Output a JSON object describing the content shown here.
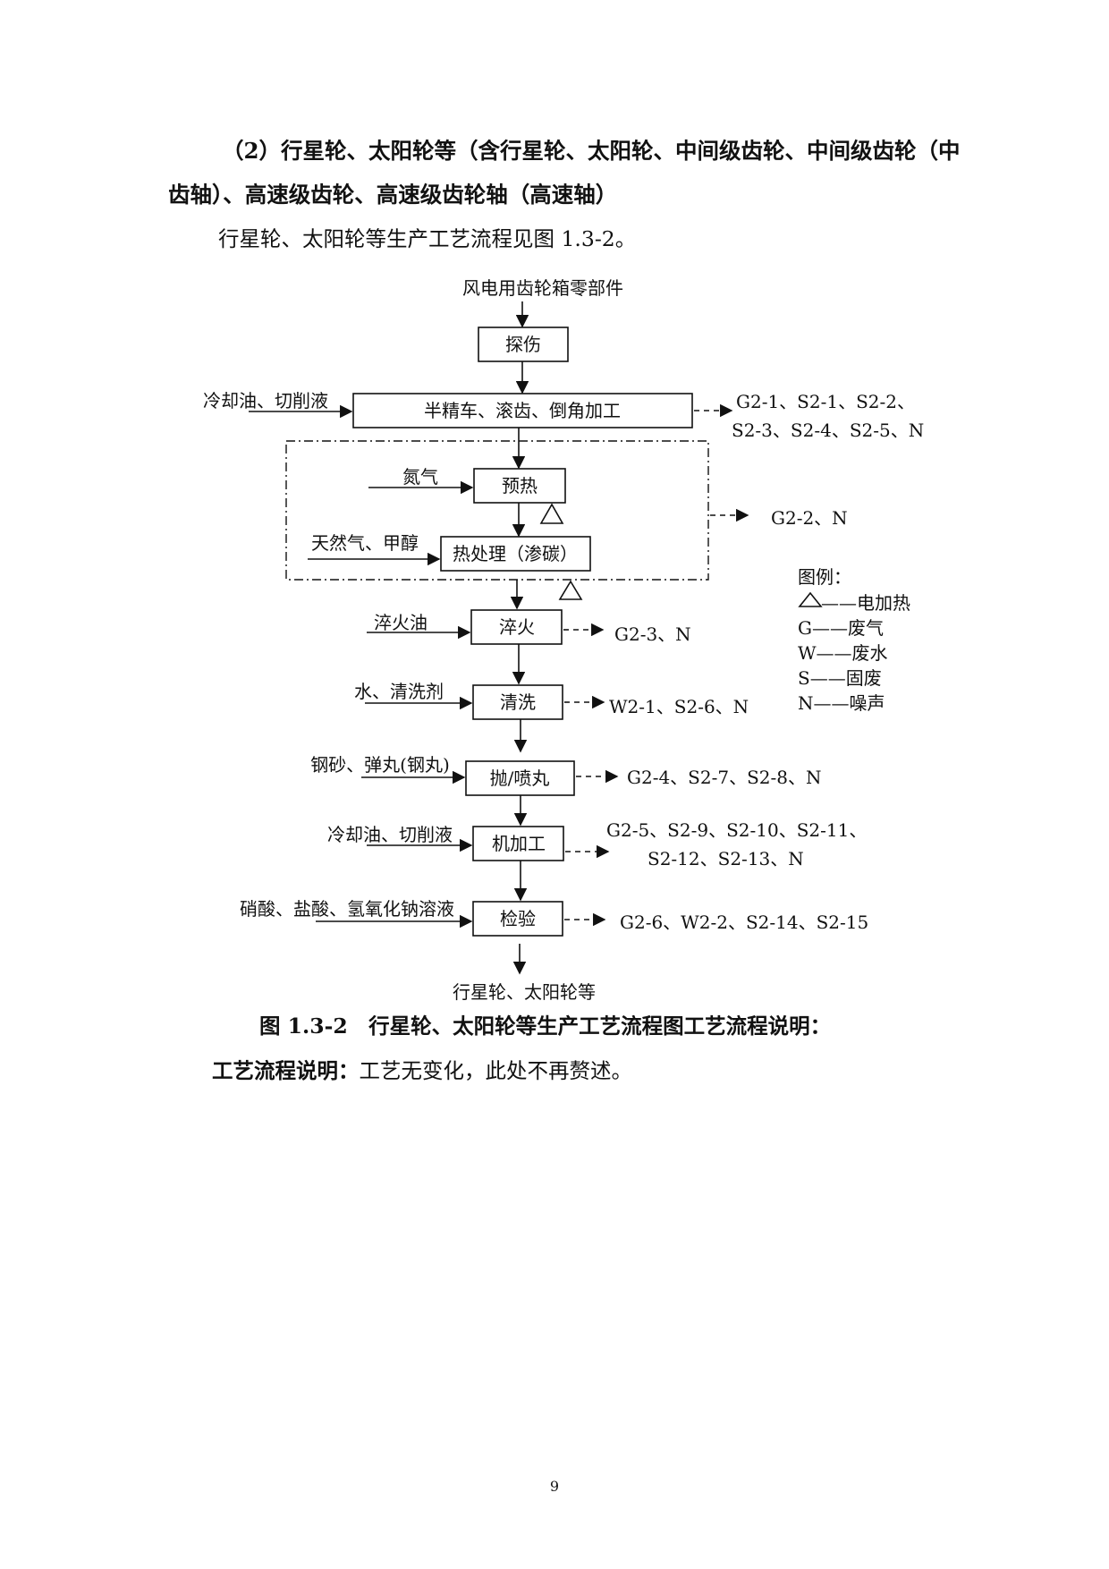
{
  "heading": {
    "line1": "（2）行星轮、太阳轮等（含行星轮、太阳轮、中间级齿轮、中间级齿轮（中",
    "line2": "齿轴）、高速级齿轮、高速级齿轮轴（高速轴）"
  },
  "intro": "行星轮、太阳轮等生产工艺流程见图 1.3-2。",
  "diagram": {
    "input_top": "风电用齿轮箱零部件",
    "steps": {
      "inspect": "探伤",
      "machining1": "半精车、滚齿、倒角加工",
      "preheat": "预热",
      "heat_treat": "热处理（渗碳）",
      "quench": "淬火",
      "clean": "清洗",
      "blast": "抛/喷丸",
      "machining2": "机加工",
      "final_check": "检验"
    },
    "inputs": {
      "machining1": "冷却油、切削液",
      "preheat": "氮气",
      "heat_treat": "天然气、甲醇",
      "quench": "淬火油",
      "clean": "水、清洗剂",
      "blast": "钢砂、弹丸(钢丸)",
      "machining2": "冷却油、切削液",
      "final_check": "硝酸、盐酸、氢氧化钠溶液"
    },
    "outputs": {
      "machining1_a": "G2-1、S2-1、S2-2、",
      "machining1_b": "S2-3、S2-4、S2-5、N",
      "heat_group": "G2-2、N",
      "quench": "G2-3、N",
      "clean": "W2-1、S2-6、N",
      "blast": "G2-4、S2-7、S2-8、N",
      "machining2_a": "G2-5、S2-9、S2-10、S2-11、",
      "machining2_b": "S2-12、S2-13、N",
      "final_check": "G2-6、W2-2、S2-14、S2-15"
    },
    "output_bottom": "行星轮、太阳轮等",
    "legend": {
      "title": "图例：",
      "electric": "——电加热",
      "gas": "G——废气",
      "water": "W——废水",
      "solid": "S——固废",
      "noise": "N——噪声"
    }
  },
  "caption": "图 1.3-2　行星轮、太阳轮等生产工艺流程图工艺流程说明：",
  "process_note": {
    "label": "工艺流程说明：",
    "text": "工艺无变化，此处不再赘述。"
  },
  "page_number": "9"
}
